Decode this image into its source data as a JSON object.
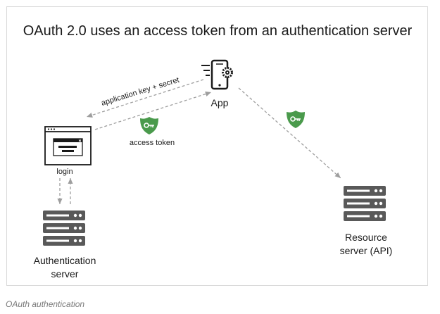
{
  "diagram": {
    "title": "OAuth 2.0 uses an access token from an authentication server",
    "nodes": {
      "app": {
        "label": "App",
        "icon": "smartphone-gear-icon"
      },
      "login": {
        "label": "login",
        "icon": "browser-window-icon"
      },
      "auth_server": {
        "label_line1": "Authentication",
        "label_line2": "server",
        "icon": "server-stack-icon"
      },
      "resource_server": {
        "label_line1": "Resource",
        "label_line2": "server (API)",
        "icon": "server-stack-icon"
      }
    },
    "edges": {
      "app_to_login": {
        "label": "application key + secret"
      },
      "login_to_app": {
        "label": "access token",
        "icon": "key-shield-icon"
      },
      "app_to_resource": {
        "icon": "key-shield-icon"
      }
    }
  },
  "colors": {
    "shield": "#4a9a4c",
    "server": "#595959",
    "arrow": "#9e9e9e",
    "text": "#1a1a1a"
  },
  "caption": "OAuth authentication"
}
